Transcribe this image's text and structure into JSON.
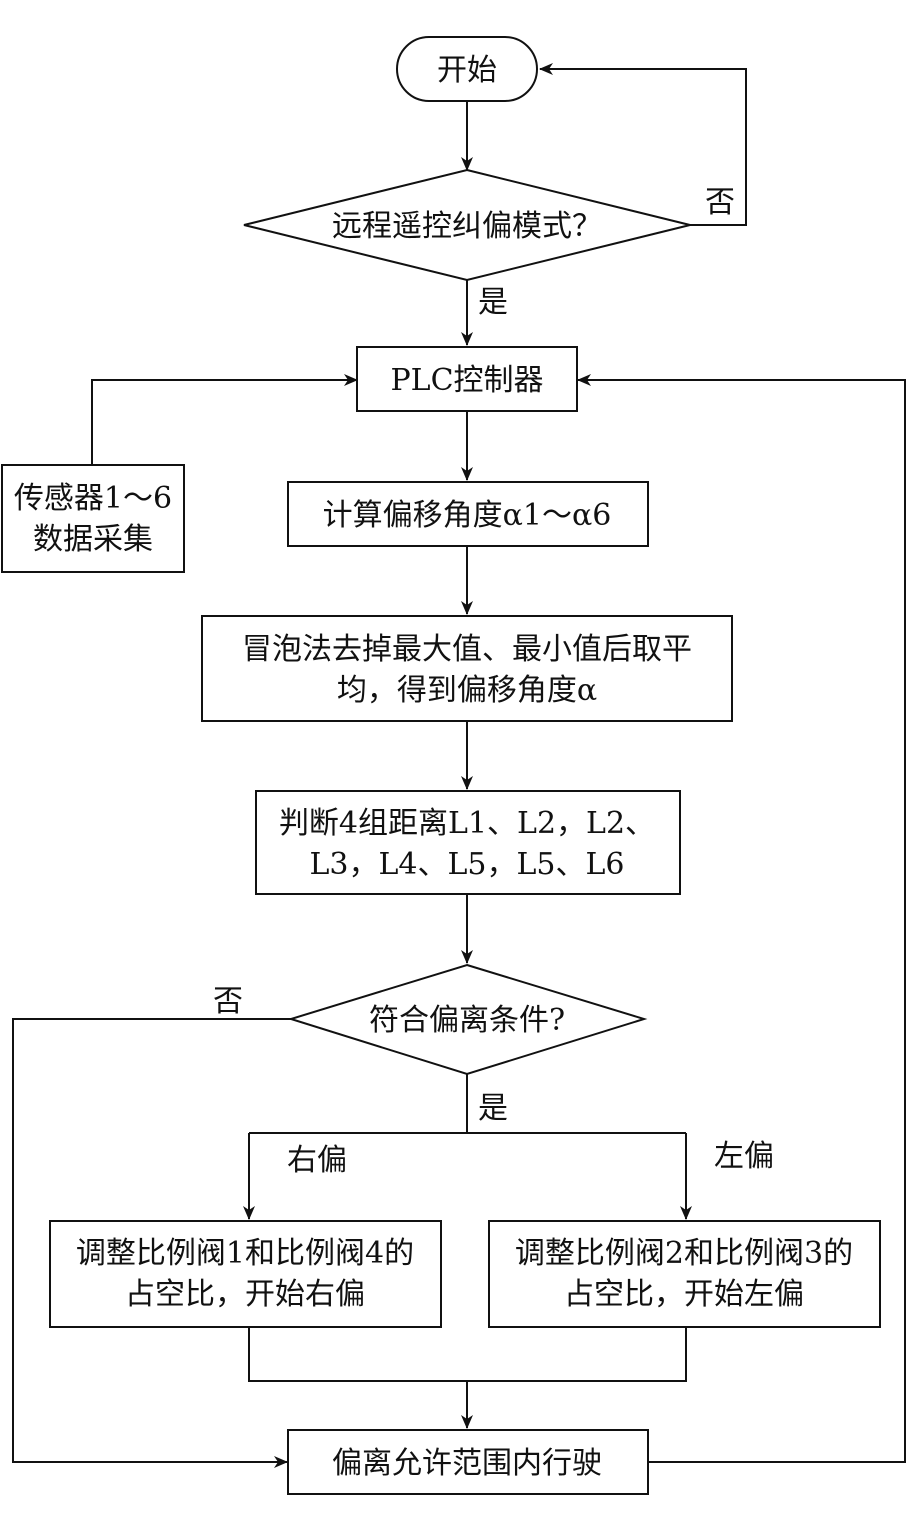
{
  "nodes": {
    "start": "开始",
    "remote_mode_check": "远程遥控纠偏模式？",
    "plc_controller": "PLC控制器",
    "sensor_collect": [
      "传感器1～6",
      "数据采集"
    ],
    "calc_angles": "计算偏移角度α1～α6",
    "bubble_average": [
      "冒泡法去掉最大值、最小值后取平",
      "均，得到偏移角度α"
    ],
    "judge_distances": [
      "判断4组距离L1、L2，L2、",
      "L3，L4、L5，L5、L6"
    ],
    "deviation_check": "符合偏离条件?",
    "adjust_right": [
      "调整比例阀1和比例阀4的",
      "占空比，开始右偏"
    ],
    "adjust_left": [
      "调整比例阀2和比例阀3的",
      "占空比，开始左偏"
    ],
    "drive_in_range": "偏离允许范围内行驶"
  },
  "edge_labels": {
    "mode_no": "否",
    "mode_yes": "是",
    "dev_no": "否",
    "dev_yes": "是",
    "right_bias": "右偏",
    "left_bias": "左偏"
  }
}
